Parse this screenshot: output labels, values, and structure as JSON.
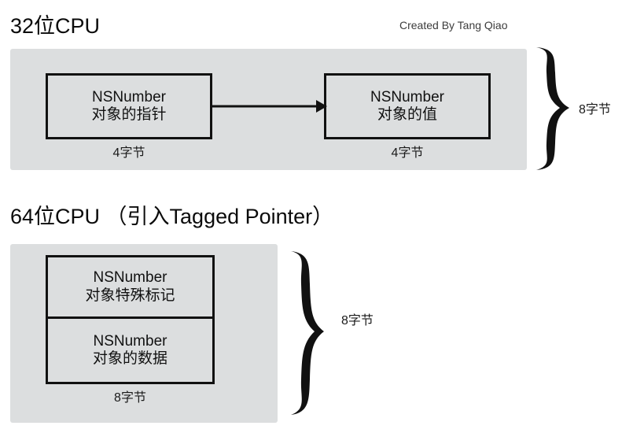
{
  "credit": "Created By Tang Qiao",
  "sections": [
    {
      "id": "cpu32",
      "title": "32位CPU",
      "boxes": [
        {
          "name": "pointer-box",
          "line1": "NSNumber",
          "line2": "对象的指针",
          "size_caption": "4字节"
        },
        {
          "name": "value-box",
          "line1": "NSNumber",
          "line2": "对象的值",
          "size_caption": "4字节"
        }
      ],
      "arrow": {
        "name": "pointer-to-value-arrow",
        "direction": "right"
      },
      "brace": {
        "name": "total-size-brace",
        "label": "8字节"
      }
    },
    {
      "id": "cpu64",
      "title": "64位CPU （引入Tagged Pointer）",
      "boxes": [
        {
          "name": "tag-box",
          "line1": "NSNumber",
          "line2": "对象特殊标记",
          "size_caption": ""
        },
        {
          "name": "data-box",
          "line1": "NSNumber",
          "line2": "对象的数据",
          "size_caption": ""
        }
      ],
      "stack_size_caption": "8字节",
      "brace": {
        "name": "total-size-brace",
        "label": "8字节"
      }
    }
  ],
  "colors": {
    "panel_gray": "#dcdedf",
    "box_border": "#111111",
    "text": "#111111",
    "credit_text": "#3c3c3c",
    "background": "#ffffff"
  }
}
